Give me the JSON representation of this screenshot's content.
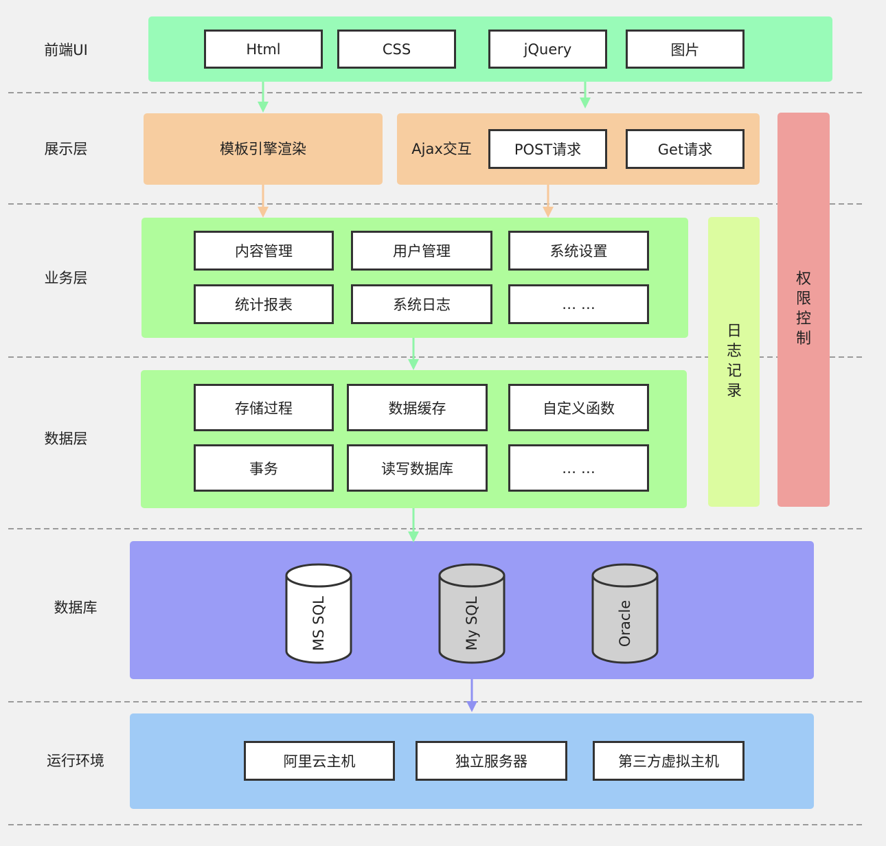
{
  "layers": {
    "frontend": "前端UI",
    "display": "展示层",
    "business": "业务层",
    "data": "数据层",
    "database": "数据库",
    "runtime": "运行环境"
  },
  "frontend": [
    "Html",
    "CSS",
    "jQuery",
    "图片"
  ],
  "display": {
    "template": "模板引擎渲染",
    "ajax": "Ajax交互",
    "post": "POST请求",
    "get": "Get请求"
  },
  "business": [
    "内容管理",
    "用户管理",
    "系统设置",
    "统计报表",
    "系统日志",
    "… …"
  ],
  "data": [
    "存储过程",
    "数据缓存",
    "自定义函数",
    "事务",
    "读写数据库",
    "… …"
  ],
  "databases": [
    "MS SQL",
    "My SQL",
    "Oracle"
  ],
  "runtime": [
    "阿里云主机",
    "独立服务器",
    "第三方虚拟主机"
  ],
  "side": {
    "log": "日志记录",
    "permission": "权限控制"
  },
  "colors": {
    "frontend": "#99fbb8",
    "display": "#f7cda0",
    "business": "#b0fc9c",
    "log": "#dcfca0",
    "permission": "#ef9f9c",
    "database": "#9a9cf6",
    "runtime": "#a0cbf6"
  }
}
